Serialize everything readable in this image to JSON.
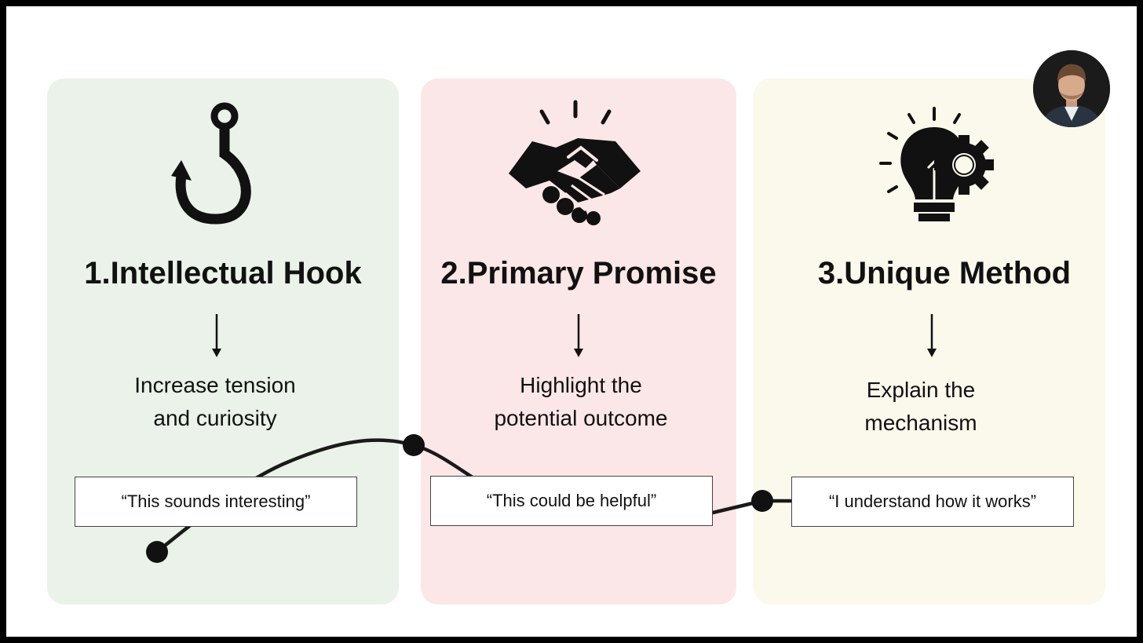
{
  "steps": [
    {
      "title": "1.Intellectual Hook",
      "icon": "fishing-hook-icon",
      "description_line1": "Increase tension",
      "description_line2": "and curiosity",
      "quote": "“This sounds interesting”",
      "background": "#eaf2e9"
    },
    {
      "title": "2.Primary Promise",
      "icon": "handshake-icon",
      "description_line1": "Highlight the",
      "description_line2": "potential outcome",
      "quote": "“This could be helpful”",
      "background": "#fce7e8"
    },
    {
      "title": "3.Unique Method",
      "icon": "lightbulb-gear-icon",
      "description_line1": "Explain the",
      "description_line2": "mechanism",
      "quote": "“I understand how it works”",
      "background": "#fbf8ec"
    }
  ],
  "avatar": {
    "icon": "presenter-avatar"
  },
  "colors": {
    "ink": "#111111",
    "frame": "#000000",
    "canvas": "#ffffff"
  }
}
